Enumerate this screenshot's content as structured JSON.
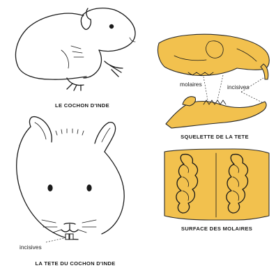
{
  "colors": {
    "bone": "#f2c14e",
    "ink": "#1a1a1a",
    "paper": "#ffffff"
  },
  "captions": {
    "guinea_pig": "LE COCHON D'INDE",
    "skull": "SQUELETTE DE LA TETE",
    "molar_surface": "SURFACE DES MOLAIRES",
    "head": "LA TETE DU COCHON D'INDE"
  },
  "labels": {
    "molars": "molaires",
    "incisors_skull": "incisives",
    "incisors_head": "incisives"
  },
  "icons": {
    "guinea_pig": "guinea-pig-body-drawing",
    "skull": "skull-skeleton-drawing",
    "molars": "molar-surface-drawing",
    "head": "guinea-pig-head-drawing"
  }
}
